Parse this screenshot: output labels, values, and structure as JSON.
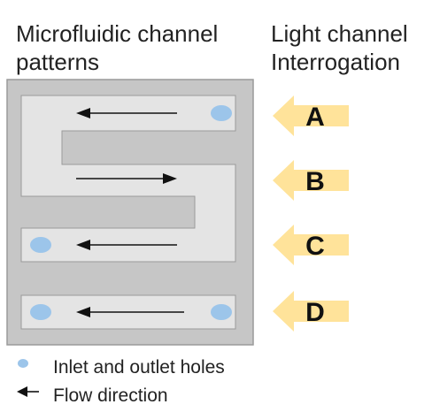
{
  "headings": {
    "left_line1": "Microfluidic channel",
    "left_line2": "patterns",
    "right_line1": "Light channel",
    "right_line2": "Interrogation"
  },
  "channels": [
    {
      "label": "A",
      "flow": "left"
    },
    {
      "label": "B",
      "flow": "right"
    },
    {
      "label": "C",
      "flow": "left"
    },
    {
      "label": "D",
      "flow": "left"
    }
  ],
  "legend": {
    "holes": "Inlet and outlet holes",
    "flow": "Flow direction"
  },
  "colors": {
    "chip_background": "#c6c6c6",
    "chip_border": "#9a9a9a",
    "channel_fill": "#e4e4e4",
    "hole": "#9cc5ea",
    "light_arrow": "#ffe39a",
    "text": "#111111"
  }
}
